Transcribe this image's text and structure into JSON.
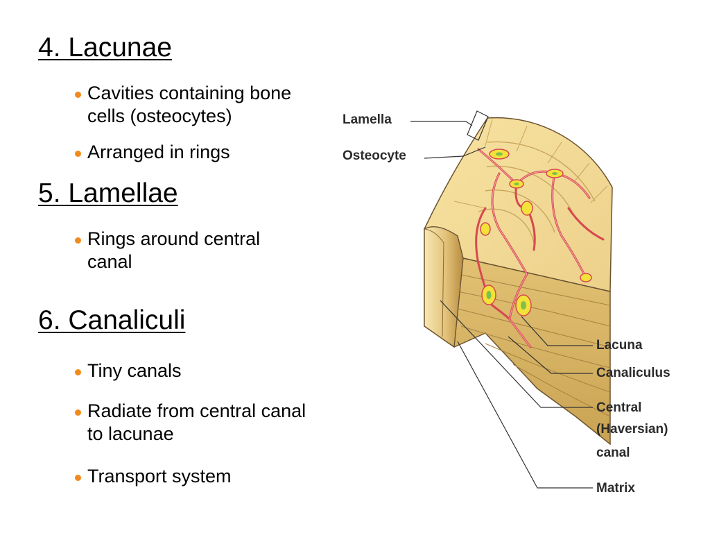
{
  "sections": [
    {
      "heading": "4. Lacunae",
      "bullets": [
        {
          "line1": "Cavities containing bone",
          "line2": "cells (osteocytes)"
        },
        {
          "line1": "Arranged in rings",
          "line2": ""
        }
      ]
    },
    {
      "heading": "5. Lamellae",
      "bullets": [
        {
          "line1": "Rings around central",
          "line2": "canal"
        }
      ]
    },
    {
      "heading": "6. Canaliculi",
      "bullets": [
        {
          "line1": "Tiny canals",
          "line2": ""
        },
        {
          "line1": "Radiate from central canal",
          "line2": "to lacunae"
        },
        {
          "line1": "Transport system",
          "line2": ""
        }
      ]
    }
  ],
  "diagram": {
    "labels": {
      "lamella": "Lamella",
      "osteocyte": "Osteocyte",
      "lacuna": "Lacuna",
      "canaliculus": "Canaliculus",
      "central_line1": "Central",
      "central_line2": "(Haversian)",
      "central_line3": "canal",
      "matrix": "Matrix"
    }
  },
  "colors": {
    "bullet": "#f18a1e",
    "bone_light": "#f6df9c",
    "bone_dark": "#d8b563",
    "canal_red": "#d6494f",
    "lacuna_yellow": "#f2e23a"
  }
}
